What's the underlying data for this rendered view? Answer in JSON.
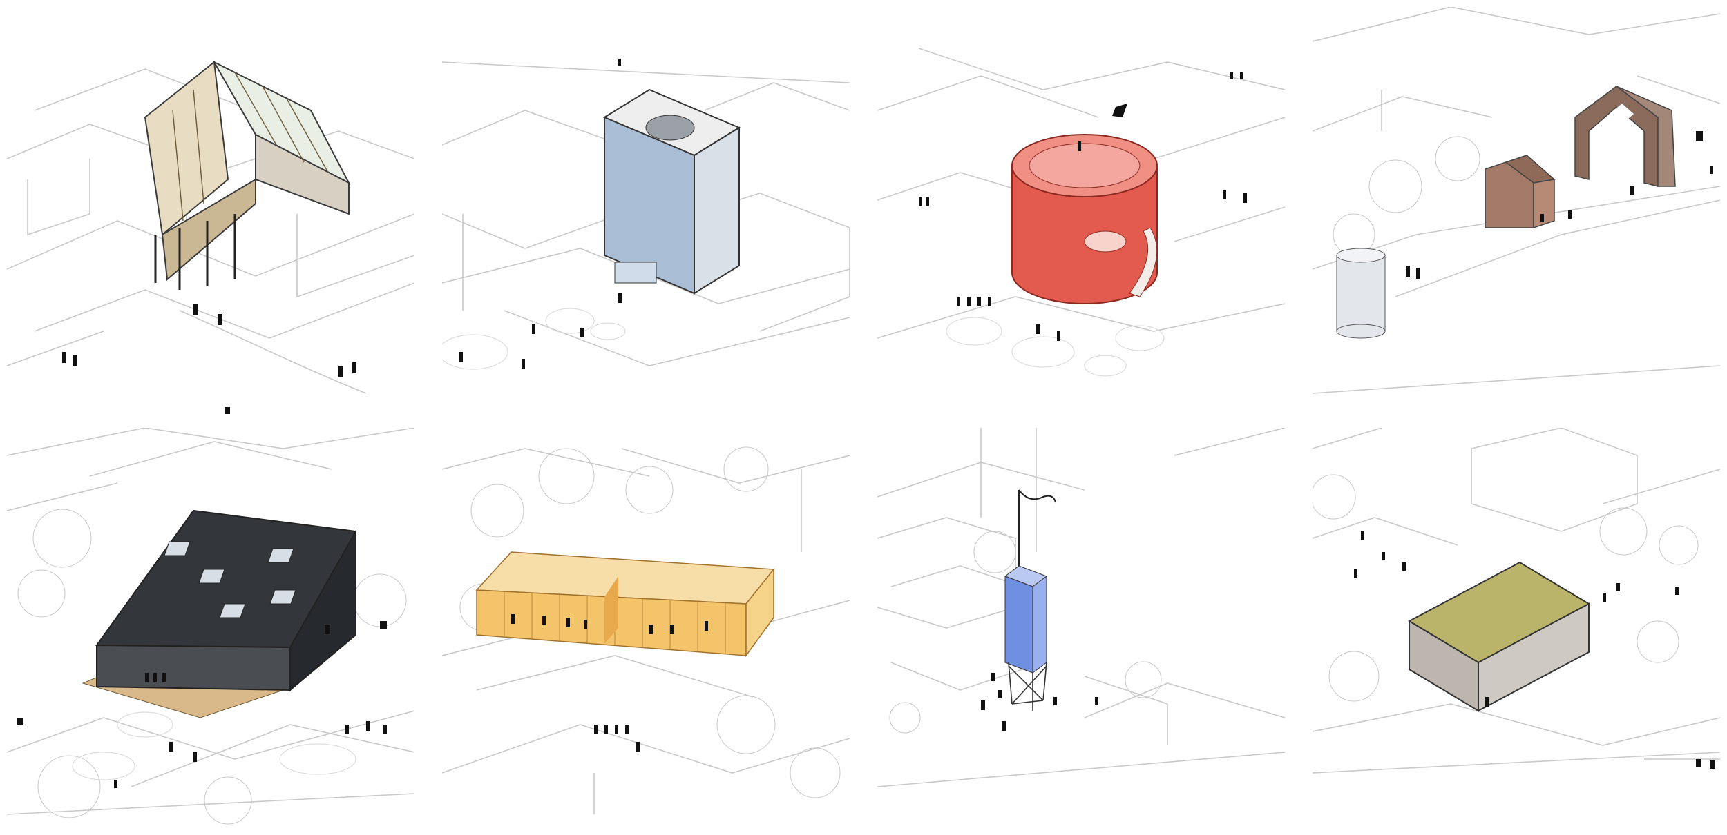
{
  "panels": [
    {
      "id": "greenhouse",
      "accent": "#c8b48a"
    },
    {
      "id": "blue-cube",
      "accent": "#a9bed4"
    },
    {
      "id": "red-cylinder",
      "accent": "#e35a4e"
    },
    {
      "id": "rust-houses",
      "accent": "#8a6a5a"
    },
    {
      "id": "dark-roof-house",
      "accent": "#33373b"
    },
    {
      "id": "yellow-pavilion",
      "accent": "#f3c46a"
    },
    {
      "id": "blue-tower",
      "accent": "#6f8fe0"
    },
    {
      "id": "green-roof-box",
      "accent": "#b9b46a"
    }
  ]
}
